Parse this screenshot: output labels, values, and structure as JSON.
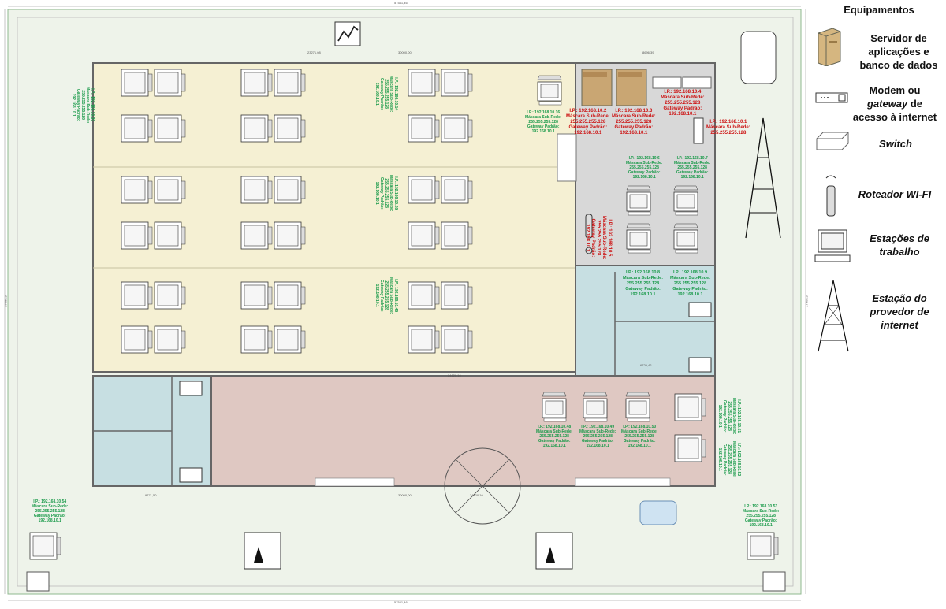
{
  "legend": {
    "title": "Equipamentos",
    "server": "Servidor de\naplicações e\nbanco de dados",
    "modem_line1": "Modem ou",
    "modem_line2_italic": "gateway",
    "modem_line2_rest": " de",
    "modem_line3": "acesso à internet",
    "switch": "Switch",
    "router": "Roteador WI-FI",
    "workstations": "Estações de\ntrabalho",
    "isp": "Estação do\nprovedor de\ninternet"
  },
  "labels": {
    "srv2": "I.P.: 192.168.10.2\nMáscara Sub-Rede:\n255.255.255.128\nGateway Padrão:\n192.168.10.1",
    "srv3": "I.P.: 192.168.10.3\nMáscara Sub-Rede:\n255.255.255.128\nGateway Padrão:\n192.168.10.1",
    "sw4": "I.P.: 192.168.10.4\nMáscara Sub-Rede:\n255.255.255.128\nGateway Padrão:\n192.168.10.1",
    "modem1": "I.P.: 192.168.10.1\nMáscara Sub-Rede:\n255.255.255.128",
    "ws16": "I.P.: 192.168.10.16\nMáscara Sub-Rede:\n255.255.255.128\nGateway Padrão:\n192.168.10.1",
    "ws6": "I.P.: 192.168.10.6\nMáscara Sub-Rede:\n255.255.255.128\nGateway Padrão:\n192.168.10.1",
    "ws7": "I.P.: 192.168.10.7\nMáscara Sub-Rede:\n255.255.255.128\nGateway Padrão:\n192.168.10.1",
    "ws8": "I.P.: 192.168.10.8\nMáscara Sub-Rede:\n255.255.255.128\nGateway Padrão:\n192.168.10.1",
    "ws9": "I.P.: 192.168.10.9\nMáscara Sub-Rede:\n255.255.255.128\nGateway Padrão:\n192.168.10.1",
    "ws48": "I.P.: 192.168.10.48\nMáscara Sub-Rede:\n255.255.255.128\nGateway Padrão:\n192.168.10.1",
    "ws49": "I.P.: 192.168.10.49\nMáscara Sub-Rede:\n255.255.255.128\nGateway Padrão:\n192.168.10.1",
    "ws50": "I.P.: 192.168.10.50\nMáscara Sub-Rede:\n255.255.255.128\nGateway Padrão:\n192.168.10.1",
    "ws54": "I.P.: 192.168.10.54\nMáscara Sub-Rede:\n255.255.255.128\nGateway Padrão:\n192.168.10.1",
    "ws53": "I.P.: 192.168.10.53\nMáscara Sub-Rede:\n255.255.255.128\nGateway Padrão:\n192.168.10.1",
    "rot_ws30": "I.P.: 192.168.10.30\nMáscara Sub-Rede:\n255.255.255.128\nGateway Padrão:\n192.168.10.1",
    "rot_ws14": "I.P.: 192.168.10.14\nMáscara Sub-Rede:\n255.255.255.128\nGateway Padrão:\n192.168.10.1",
    "rot_ws26": "I.P.: 192.168.10.26\nMáscara Sub-Rede:\n255.255.255.128\nGateway Padrão:\n192.168.10.1",
    "rot_ws46": "I.P.: 192.168.10.46\nMáscara Sub-Rede:\n255.255.255.128\nGateway Padrão:\n192.168.10.1",
    "rot_router5": "I.P.: 192.168.10.5\nMáscara Sub-Rede:\n255.255.255.128\nGateway Padrão:\n192.168.10.1",
    "rot_ws51": "I.P.: 192.168.10.51\nMáscara Sub-Rede:\n255.255.255.128\nGateway Padrão:\n192.168.10.1",
    "rot_ws52": "I.P.: 192.168.10.52\nMáscara Sub-Rede:\n255.255.255.128\nGateway Padrão:\n192.168.10.1"
  },
  "dimensions": {
    "top": "57541,46",
    "bottom": "57541,46",
    "left": "27460,3",
    "right": "27460,3",
    "inner_top_a": "23271,08",
    "inner_top_b": "30000,00",
    "inner_top_c": "8696,39",
    "hall": "24120,10",
    "lower_a": "9771,50",
    "lower_b": "30000,00",
    "lower_c": "24120,10",
    "mid": "6729,42"
  },
  "colors": {
    "office_fill": "#f5f0d3",
    "server_room_fill": "#d8d8d8",
    "bathroom_fill": "#c7dfe2",
    "lobby_fill": "#dfc8c2",
    "ground_fill": "#eef3ea",
    "label_green": "#1a9a4a",
    "label_red": "#cc1111"
  }
}
